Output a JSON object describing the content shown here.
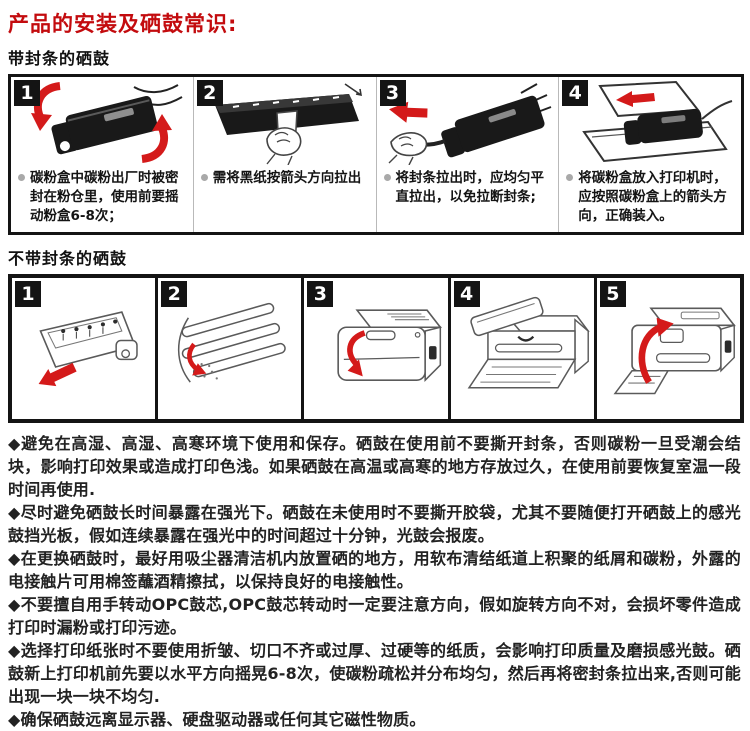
{
  "page": {
    "title": "产品的安装及硒鼓常识:"
  },
  "colors": {
    "accent_red": "#c30b0e",
    "arrow_red": "#d41a1a",
    "panel_black": "#161616"
  },
  "bullet_glyph": "◆",
  "sections": [
    {
      "heading": "带封条的硒鼓",
      "steps": [
        {
          "num": "1",
          "icon": "shake-cartridge-illustration",
          "text": "碳粉盒中碳粉出厂时被密封在粉仓里，使用前要摇动粉盒6-8次；"
        },
        {
          "num": "2",
          "icon": "pull-black-paper-illustration",
          "text": "需将黑纸按箭头方向拉出"
        },
        {
          "num": "3",
          "icon": "pull-seal-strip-illustration",
          "text": "将封条拉出时，应均匀平直拉出，以免拉断封条;"
        },
        {
          "num": "4",
          "icon": "insert-cartridge-into-printer-illustration",
          "text": "将碳粉盒放入打印机时，应按照碳粉盒上的箭头方向，正确装入。"
        }
      ]
    },
    {
      "heading": "不带封条的硒鼓",
      "steps": [
        {
          "num": "1",
          "icon": "cartridge-outline-pull-illustration"
        },
        {
          "num": "2",
          "icon": "drum-rollers-illustration"
        },
        {
          "num": "3",
          "icon": "printer-open-front-cover-illustration"
        },
        {
          "num": "4",
          "icon": "printer-cartridge-inserted-illustration"
        },
        {
          "num": "5",
          "icon": "printer-close-cover-illustration"
        }
      ]
    }
  ],
  "notes": [
    "避免在高湿、高湿、高寒环境下使用和保存。硒鼓在使用前不要撕开封条，否则碳粉一旦受潮会结块，影响打印效果或造成打印色浅。如果硒鼓在高温或高寒的地方存放过久，在使用前要恢复室温一段时间再使用.",
    "尽时避免硒鼓长时间暴露在强光下。硒鼓在未使用时不要撕开胶袋，尤其不要随便打开硒鼓上的感光鼓挡光板，假如连续暴露在强光中的时间超过十分钟，光鼓会报废。",
    "在更换硒鼓时，最好用吸尘器清洁机内放置硒的地方，用软布清结纸道上积聚的纸屑和碳粉，外露的电接触片可用棉签蘸酒精擦拭，以保持良好的电接触性。",
    "不要擅自用手转动OPC鼓芯,OPC鼓芯转动时一定要注意方向，假如旋转方向不对，会损坏零件造成打印时漏粉或打印污迹。",
    "选择打印纸张时不要使用折皱、切口不齐或过厚、过硬等的纸质，会影响打印质量及磨损感光鼓。硒鼓新上打印机前先要以水平方向摇晃6-8次，使碳粉疏松并分布均匀，然后再将密封条拉出来,否则可能出现一块一块不均匀.",
    "确保硒鼓远离显示器、硬盘驱动器或任何其它磁性物质。"
  ]
}
